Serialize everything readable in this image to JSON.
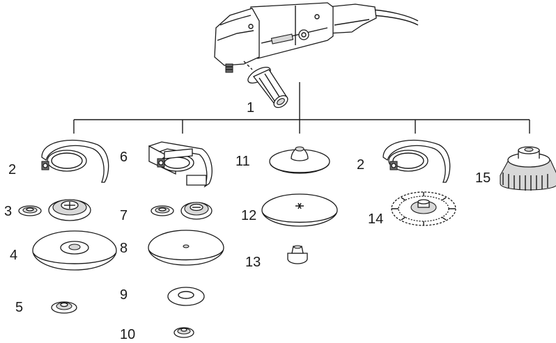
{
  "labels": {
    "n1": "1",
    "n2a": "2",
    "n2b": "2",
    "n3": "3",
    "n4": "4",
    "n5": "5",
    "n6": "6",
    "n7": "7",
    "n8": "8",
    "n9": "9",
    "n10": "10",
    "n11": "11",
    "n12": "12",
    "n13": "13",
    "n14": "14",
    "n15": "15"
  },
  "colors": {
    "line": "#1a1a1a",
    "fill": "#ffffff",
    "shade": "#d8d8d8"
  }
}
